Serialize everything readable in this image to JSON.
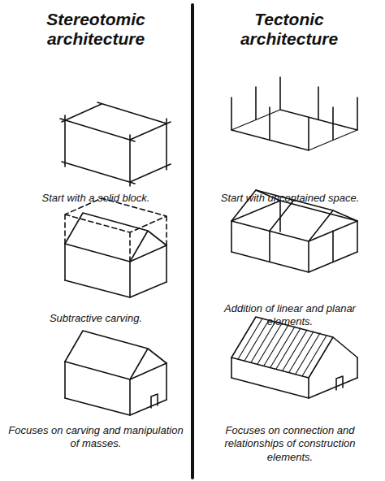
{
  "diagram": {
    "labels": [
      "Stereotomic architecture",
      "Tectonic architecture",
      "Start with a solid block.",
      "Start with uncontained space.",
      "Subtractive carving.",
      "Addition of linear and planar elements.",
      "Focuses on carving and manipulation of masses.",
      "Focuses on connection and relationships of construction elements."
    ]
  }
}
